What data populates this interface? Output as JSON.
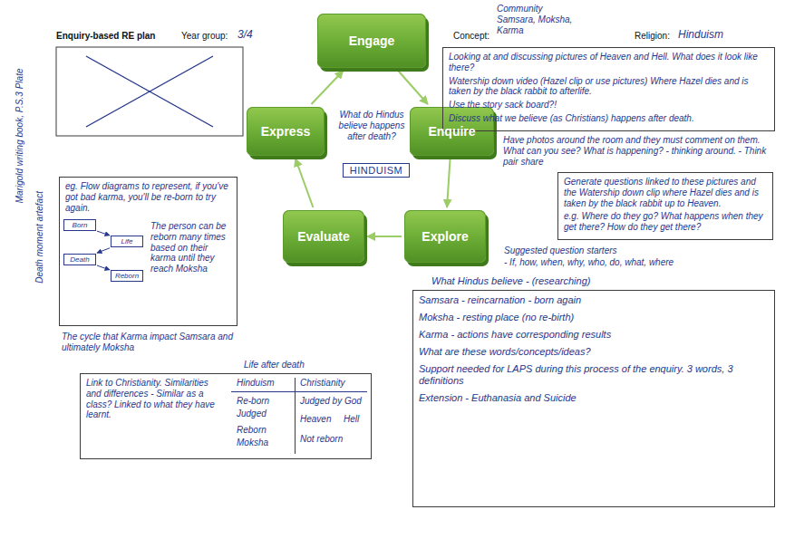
{
  "diagram": {
    "title": "Enquiry-based RE plan",
    "nodes": [
      {
        "text": [
          "Engage"
        ]
      },
      {
        "text": [
          "Express"
        ]
      },
      {
        "text": [
          "Enquire"
        ]
      },
      {
        "text": [
          "HINDUISM"
        ]
      },
      {
        "text": [
          "Evaluate"
        ]
      },
      {
        "text": [
          "Explore"
        ]
      },
      {
        "text": [
          "Looking at and discussing pictures of Heaven and Hell. What does it look like there?",
          "Watership down video (Hazel clip or use pictures) Where Hazel dies and is taken by the black rabbit to afterlife.",
          "Use the story sack board?!",
          "Discuss what we believe (as Christians) happens after death."
        ]
      },
      {
        "text": [
          "Generate questions linked to these pictures and the Watership down clip where Hazel dies and is taken by the black rabbit up to Heaven.",
          "e.g. Where do they go? What happens when they get there? How do they get there?"
        ]
      },
      {
        "text": [
          "eg. Flow diagrams to represent, if you've got bad karma, you'll be re-born to try again.",
          "The person can be reborn many times based on their karma until they reach Moksha"
        ]
      },
      {
        "text": [
          "Born"
        ],
        "in": 8
      },
      {
        "text": [
          "Life"
        ],
        "in": 8
      },
      {
        "text": [
          "Death"
        ],
        "in": 8
      },
      {
        "text": [
          "Reborn"
        ],
        "in": 8
      },
      {
        "text": [
          "What Hindus believe - (researching)",
          "Samsara - reincarnation - born again",
          "Moksha - resting place (no re-birth)",
          "Karma - actions have corresponding results",
          "What are these words/concepts/ideas?",
          "Support needed for LAPS during this process of the enquiry. 3 words, 3 definitions",
          "Extension - Euthanasia and Suicide"
        ]
      },
      {
        "text": [
          "Life after death",
          "Link to Christianity. Similarities and differences - Similar as a class? Linked to what they have learnt."
        ]
      }
    ],
    "edges": [
      {
        "from": 0,
        "to": 2,
        "arrow": "to"
      },
      {
        "from": 2,
        "to": 5,
        "arrow": "to"
      },
      {
        "from": 5,
        "to": 4,
        "arrow": "to"
      },
      {
        "from": 4,
        "to": 1,
        "arrow": "to"
      },
      {
        "from": 1,
        "to": 0,
        "arrow": "to"
      },
      {
        "from": 9,
        "to": 10,
        "arrow": "to"
      },
      {
        "from": 10,
        "to": 11,
        "arrow": "to"
      },
      {
        "from": 11,
        "to": 12,
        "arrow": "to"
      }
    ],
    "labels": [
      "Year group:",
      "3/4",
      "Concept:",
      "Community Samsara, Moksha, Karma",
      "Religion:",
      "Hinduism",
      "What do Hindus believe happens after death?",
      "Have photos around the room and they must comment on them. What can you see? What is happening? - thinking around. - Think pair share",
      "Suggested question starters",
      "- If, how, when, why, who, do, what, where",
      "The cycle that Karma impact Samsara and ultimately Moksha",
      "Marigold writing book, P.S.3 Plate",
      "Death moment artefact",
      "Hinduism",
      "Re-born",
      "Judged",
      "Reborn",
      "Moksha",
      "Christianity",
      "Judged by God",
      "Heaven",
      "Hell",
      "Not reborn"
    ]
  }
}
